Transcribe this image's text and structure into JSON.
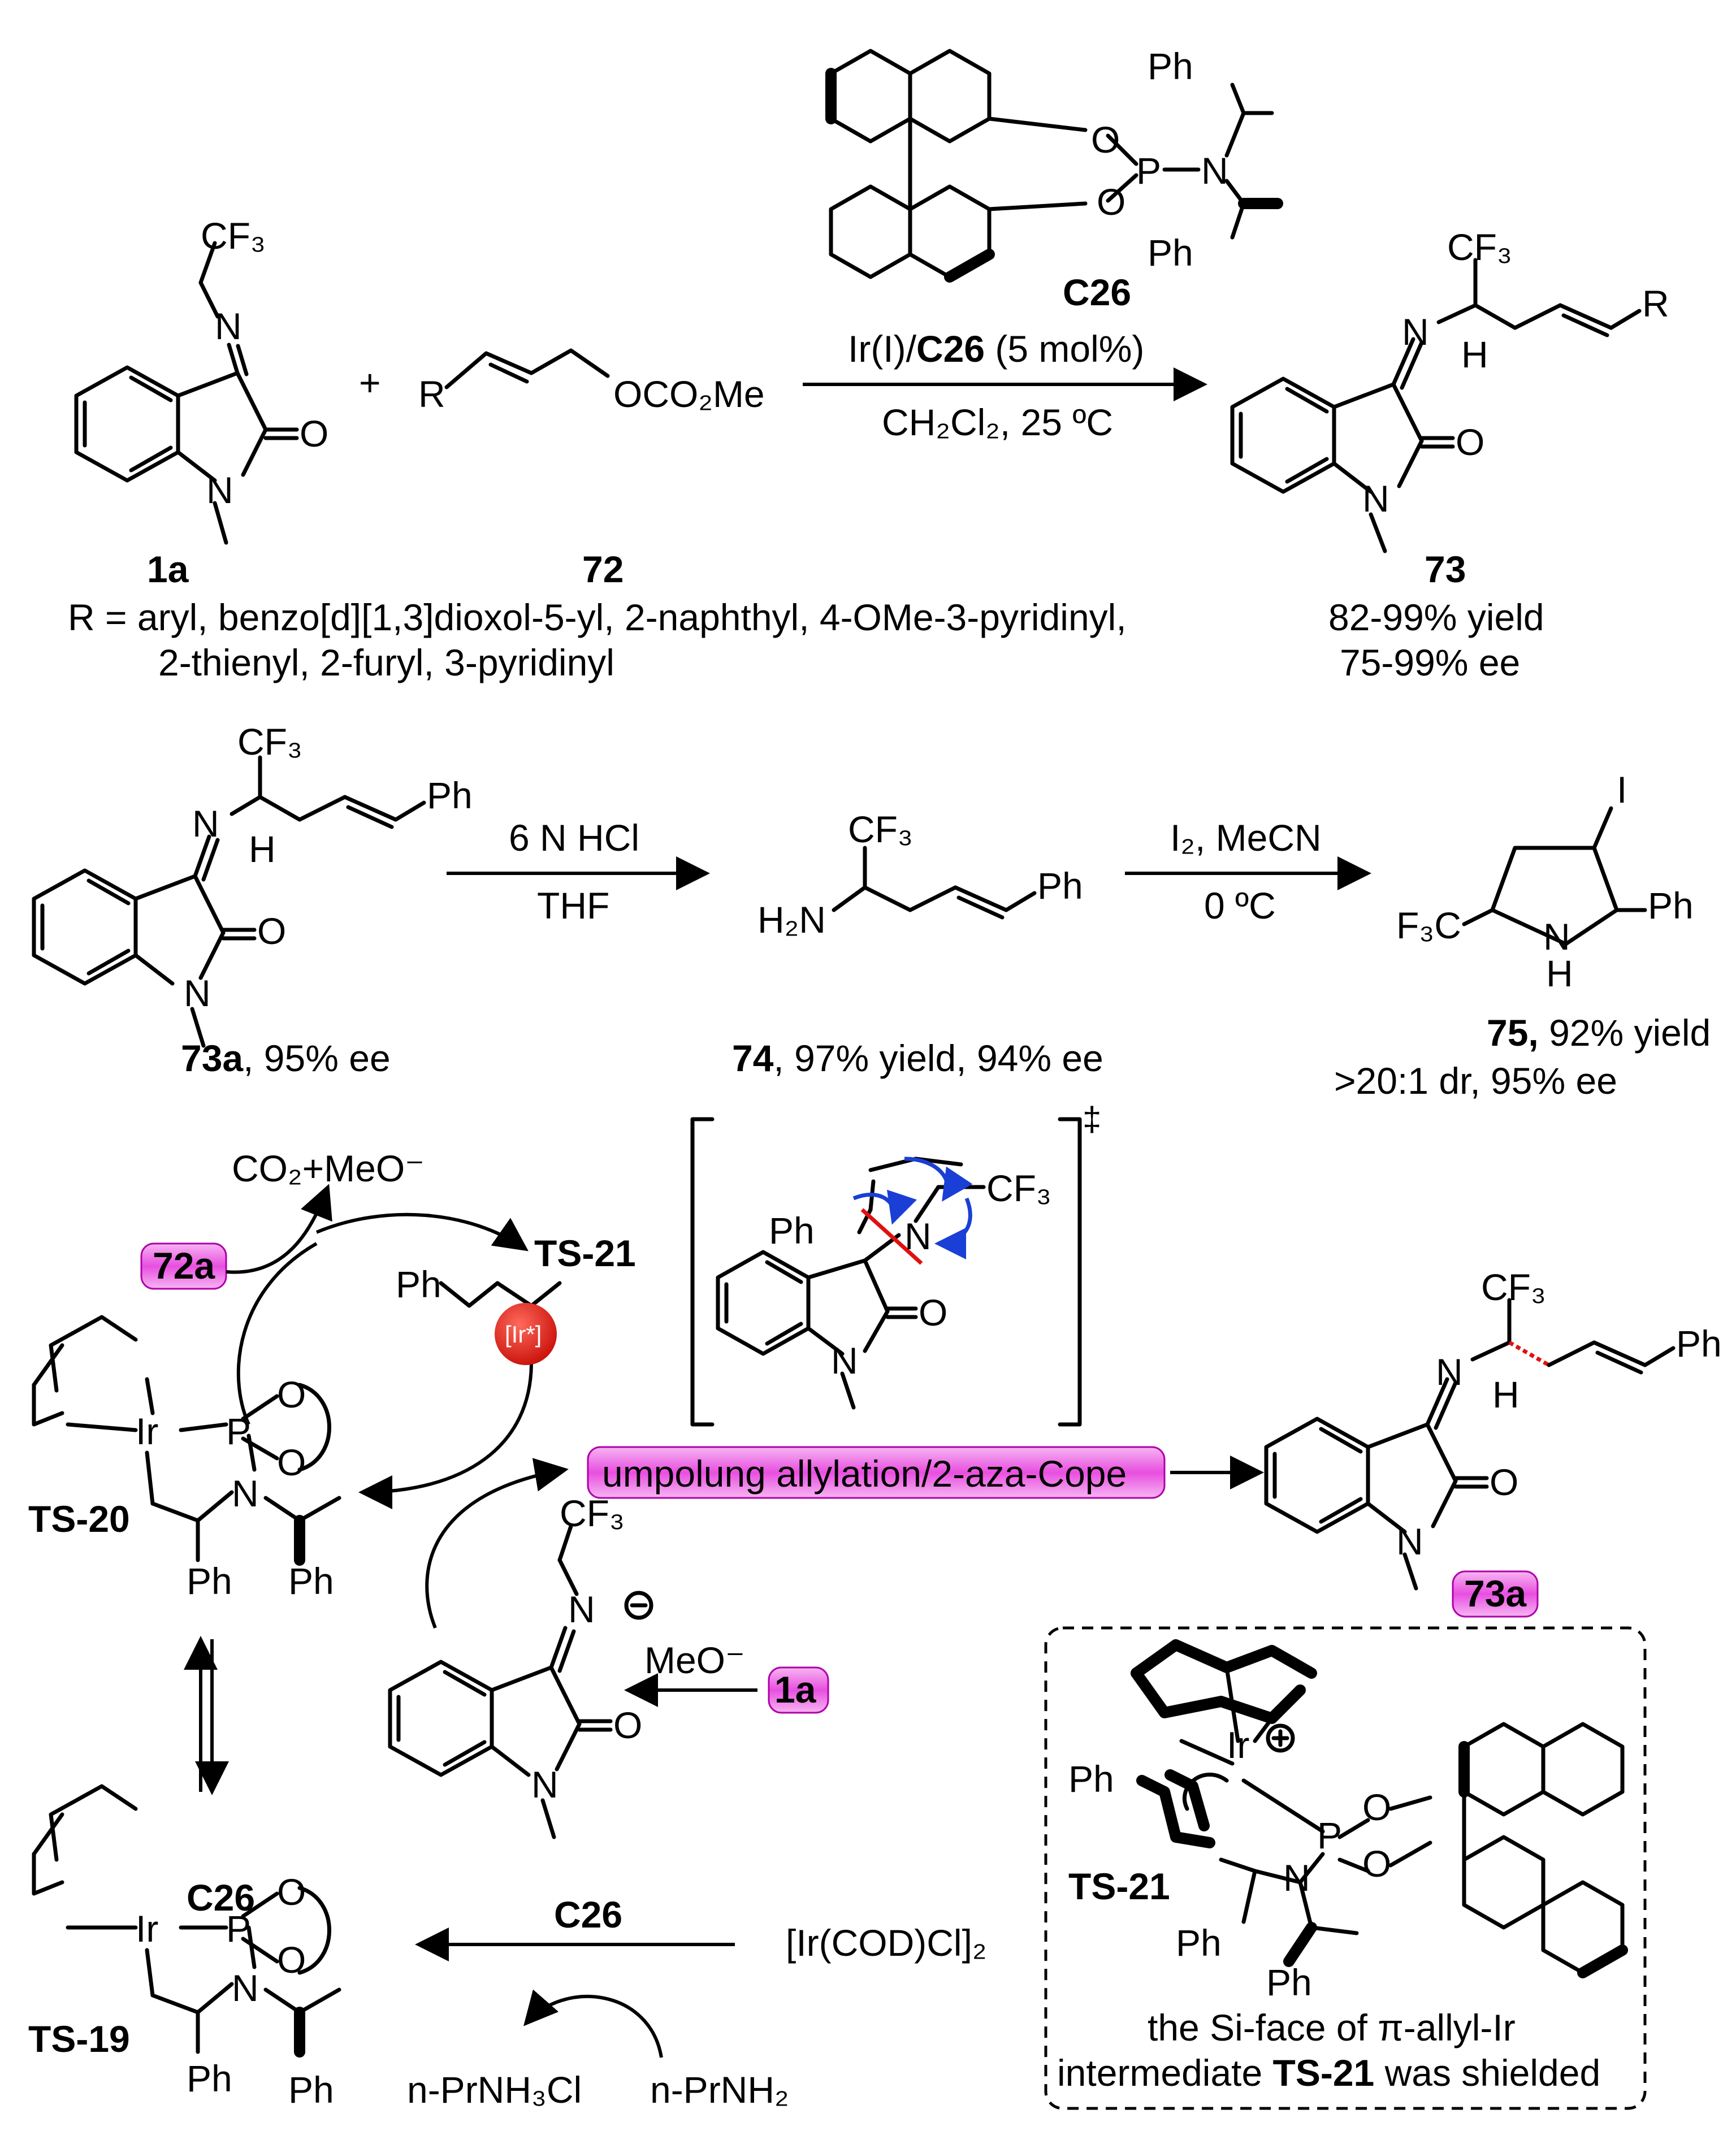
{
  "reaction1": {
    "catalyst_label": "C26",
    "conditions_line1_prefix": "Ir(I)/",
    "conditions_line1_bold": "C26",
    "conditions_line1_suffix": " (5 mol%)",
    "conditions_line2": "CH₂Cl₂, 25 ºC",
    "reagent_plus": "+",
    "substrate_1": "1a",
    "substrate_2": "72",
    "product": "73",
    "r_scope_line1": "R = aryl, benzo[d][1,3]dioxol-5-yl, 2-naphthyl, 4-OMe-3-pyridinyl,",
    "r_scope_line2": "2-thienyl, 2-furyl, 3-pyridinyl",
    "yield": "82-99% yield",
    "ee": "75-99% ee",
    "allyl_group": "OCO₂Me"
  },
  "reaction2": {
    "start_label": "73a",
    "start_ee": ", 95% ee",
    "step1_top": "6 N HCl",
    "step1_bottom": "THF",
    "mid_label": "74",
    "mid_result": ", 97% yield, 94% ee",
    "step2_top": "I₂, MeCN",
    "step2_bottom": "0 ºC",
    "end_label": "75,",
    "end_yield": " 92% yield",
    "end_dr_ee": ">20:1 dr, 95% ee"
  },
  "mechanism": {
    "byproduct": "CO₂+MeO⁻",
    "tag_72a": "72a",
    "ts21_label": "TS-21",
    "ir_star": "[Ir*]",
    "ts20_label": "TS-20",
    "ts19_label": "TS-19",
    "banner": "umpolung allylation/2-aza-Cope",
    "product_tag": "73a",
    "meo": "MeO⁻",
    "tag_1a": "1a",
    "c26_arrow": "C26",
    "ir_precursor": "[Ir(COD)Cl]₂",
    "amine": "n-PrNH₂",
    "amine_salt": "n-PrNH₃Cl",
    "ts_dagger": "‡",
    "c26_on_complex": "C26",
    "box_label": "TS-21",
    "box_caption_line1": "the Si-face of π-allyl-Ir",
    "box_caption_line2_prefix": "intermediate ",
    "box_caption_line2_bold": "TS-21",
    "box_caption_line2_suffix": " was shielded"
  },
  "atoms": {
    "cf3": "CF₃",
    "f3c": "F₃C",
    "ph": "Ph",
    "n": "N",
    "o": "O",
    "p": "P",
    "ir": "Ir",
    "h": "H",
    "nh": "NH",
    "h2n": "H₂N",
    "i": "I",
    "r": "R"
  },
  "colors": {
    "tag_magenta": "#e84fe0",
    "ir_red": "#e0241b",
    "curly_arrow_blue": "#1a3fd6",
    "forming_bond_red": "#e01010"
  }
}
